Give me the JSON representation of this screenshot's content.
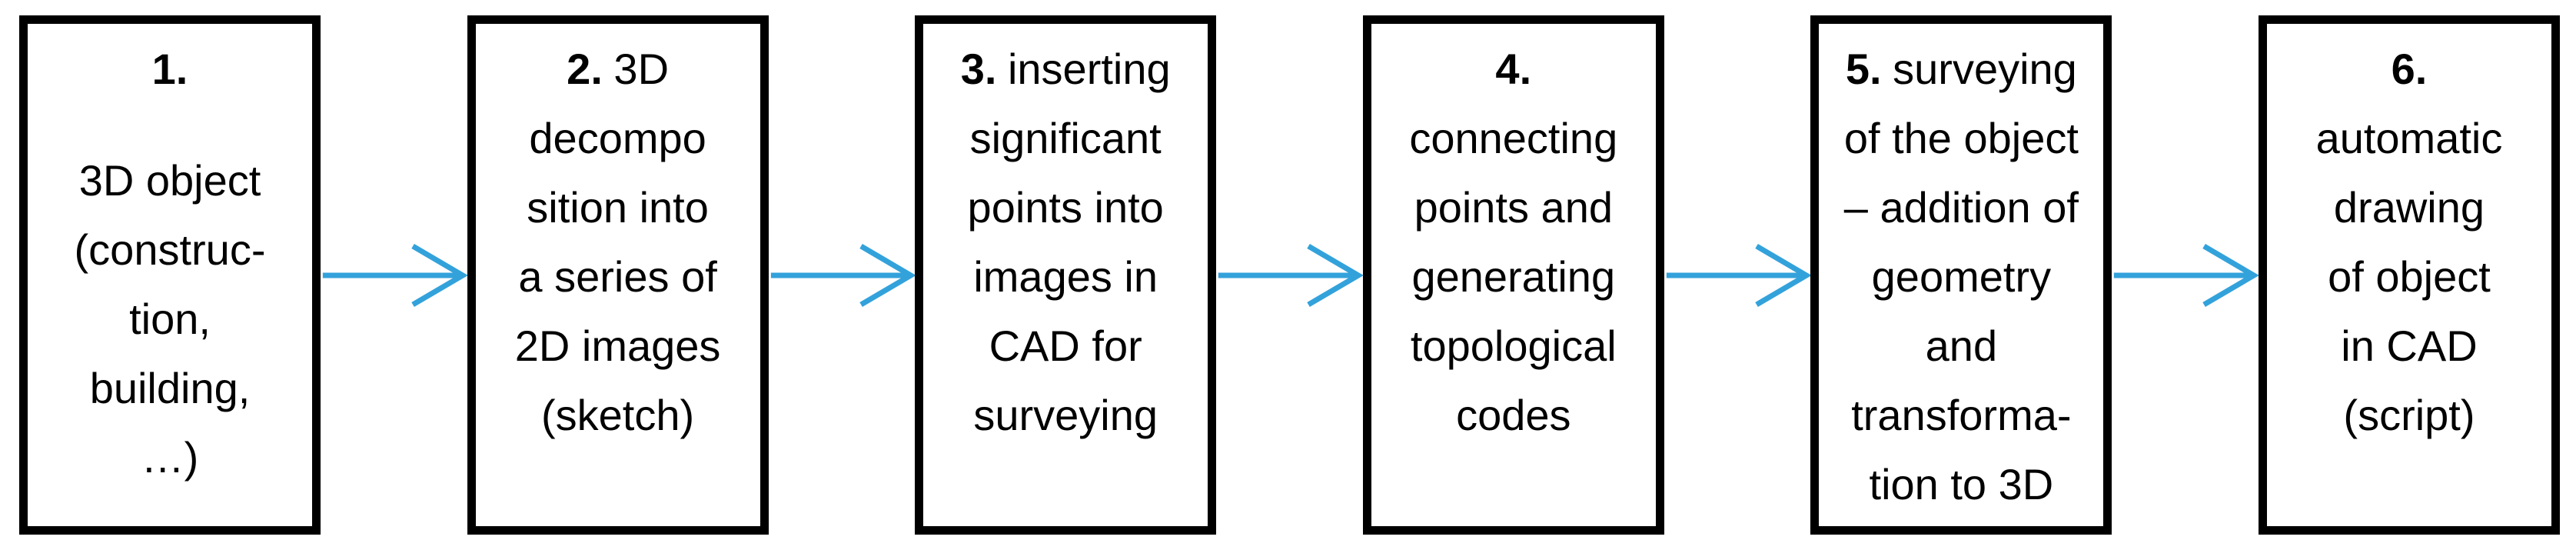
{
  "diagram": {
    "type": "flowchart",
    "direction": "left-to-right",
    "arrow_icon": "right-arrow",
    "steps": [
      {
        "num": "1.",
        "first_line_rest": "",
        "lines": [
          "3D object",
          "(construc-",
          "tion,",
          "building,",
          "…)"
        ]
      },
      {
        "num": "2.",
        "first_line_rest": "3D",
        "lines": [
          "decompo",
          "sition into",
          "a series of",
          "2D images",
          "(sketch)"
        ]
      },
      {
        "num": "3.",
        "first_line_rest": "inserting",
        "lines": [
          "significant",
          "points into",
          "images in",
          "CAD for",
          "surveying"
        ]
      },
      {
        "num": "4.",
        "first_line_rest": "",
        "lines": [
          "connecting",
          "points and",
          "generating",
          "topological",
          "codes"
        ]
      },
      {
        "num": "5.",
        "first_line_rest": "surveying",
        "lines": [
          "of the object",
          "– addition of",
          "geometry",
          "and",
          "transforma-",
          "tion to 3D"
        ]
      },
      {
        "num": "6.",
        "first_line_rest": "",
        "lines": [
          "automatic",
          "drawing",
          "of object",
          "in CAD",
          "(script)"
        ]
      }
    ]
  },
  "colors": {
    "arrow": "#33a2db",
    "box_border": "#000000",
    "text": "#000000",
    "background": "#ffffff"
  }
}
